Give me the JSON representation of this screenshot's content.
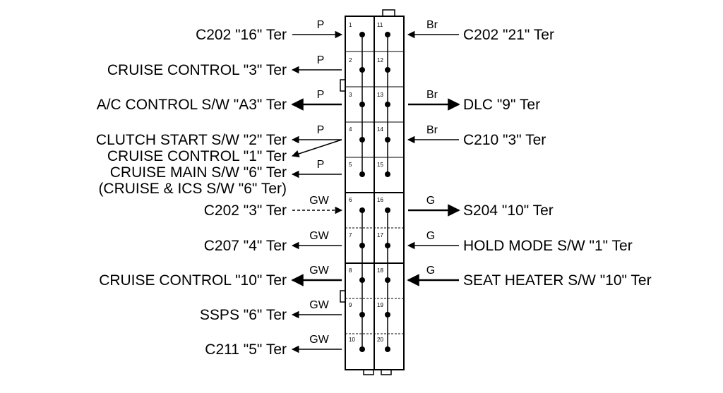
{
  "connector": {
    "pins": [
      "1",
      "2",
      "3",
      "4",
      "5",
      "6",
      "7",
      "8",
      "9",
      "10",
      "11",
      "12",
      "13",
      "14",
      "15",
      "16",
      "17",
      "18",
      "19",
      "20"
    ]
  },
  "left": [
    {
      "label": "C202 \"16\" Ter",
      "wire": "P"
    },
    {
      "label": "CRUISE CONTROL \"3\" Ter",
      "wire": "P"
    },
    {
      "label": "A/C CONTROL S/W \"A3\" Ter",
      "wire": "P"
    },
    {
      "label": "CLUTCH START S/W \"2\" Ter",
      "wire": "P"
    },
    {
      "label": "CRUISE CONTROL \"1\" Ter",
      "wire": ""
    },
    {
      "label": "CRUISE MAIN S/W \"6\" Ter",
      "wire": "P"
    },
    {
      "label": "(CRUISE & ICS S/W \"6\" Ter)",
      "wire": ""
    },
    {
      "label": "C202 \"3\" Ter",
      "wire": "GW"
    },
    {
      "label": "C207 \"4\" Ter",
      "wire": "GW"
    },
    {
      "label": "CRUISE CONTROL \"10\" Ter",
      "wire": "GW"
    },
    {
      "label": "SSPS \"6\" Ter",
      "wire": "GW"
    },
    {
      "label": "C211 \"5\" Ter",
      "wire": "GW"
    }
  ],
  "right": [
    {
      "label": "C202 \"21\" Ter",
      "wire": "Br"
    },
    {
      "label": "DLC \"9\" Ter",
      "wire": "Br"
    },
    {
      "label": "C210 \"3\" Ter",
      "wire": "Br"
    },
    {
      "label": "S204 \"10\" Ter",
      "wire": "G"
    },
    {
      "label": "HOLD MODE S/W \"1\" Ter",
      "wire": "G"
    },
    {
      "label": "SEAT HEATER S/W \"10\" Ter",
      "wire": "G"
    }
  ]
}
